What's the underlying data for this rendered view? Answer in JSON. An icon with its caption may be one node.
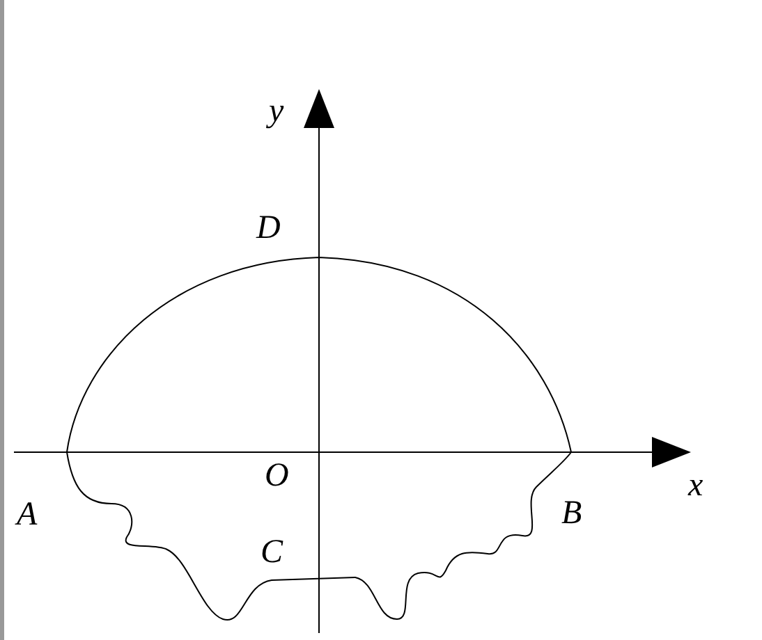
{
  "diagram": {
    "labels": [
      "y",
      "D",
      "O",
      "x",
      "A",
      "B",
      "C"
    ]
  }
}
